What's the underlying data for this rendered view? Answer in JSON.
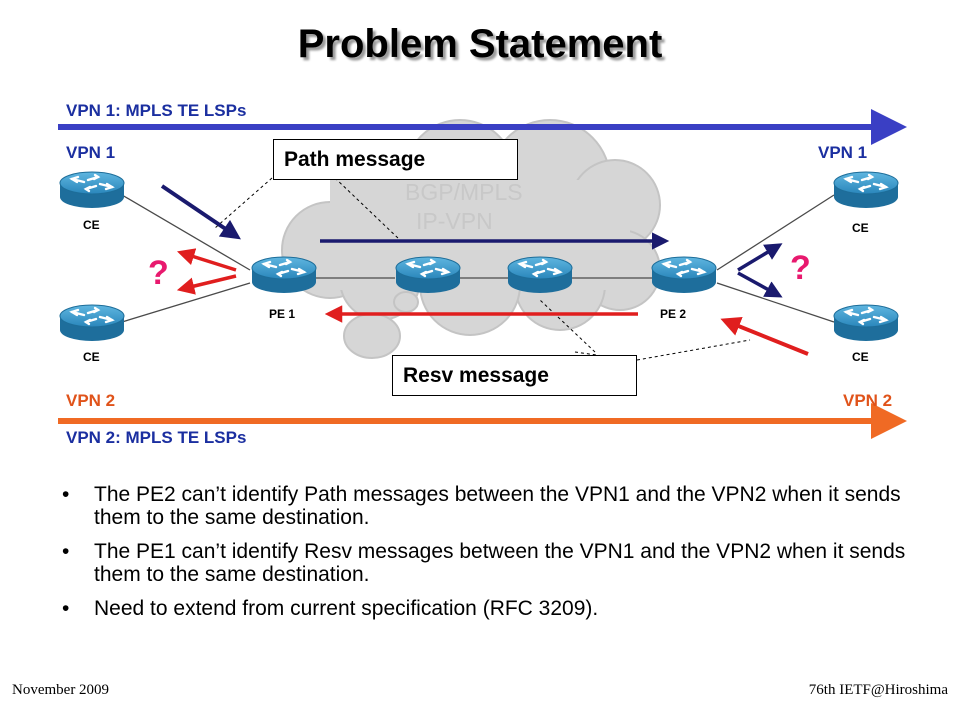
{
  "title": "Problem Statement",
  "vpn1_lsp_label": "VPN 1: MPLS TE LSPs",
  "vpn2_lsp_label": "VPN 2: MPLS TE LSPs",
  "vpn1_left": "VPN 1",
  "vpn1_right": "VPN 1",
  "vpn2_left": "VPN 2",
  "vpn2_right": "VPN 2",
  "path_message": "Path message",
  "resv_message": "Resv message",
  "cloud_line1": "BGP/MPLS",
  "cloud_line2": "IP-VPN",
  "ce_label": "CE",
  "pe1_label": "PE 1",
  "pe2_label": "PE 2",
  "question_mark": "?",
  "bullets": [
    "The PE2 can’t identify Path messages between the VPN1 and the VPN2 when it sends them to the same destination.",
    "The PE1 can’t identify Resv messages between the VPN1 and the VPN2 when it sends them to the same destination.",
    "Need to extend from current specification (RFC 3209)."
  ],
  "footer_left": "November 2009",
  "footer_right": "76th IETF@Hiroshima",
  "colors": {
    "vpn1_blue": "#3a3fc4",
    "vpn2_orange": "#f06a24",
    "path_arrow_navy": "#1a1a6e",
    "resv_arrow_red": "#e01e1e",
    "router_blue": "#2a8bc0",
    "cloud_gray": "#d4d4d4",
    "question_pink": "#e8196e"
  }
}
